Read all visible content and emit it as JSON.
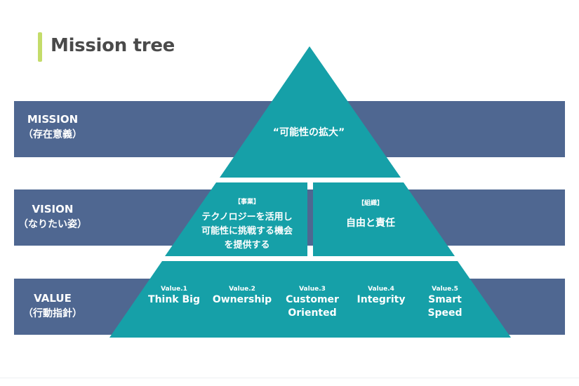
{
  "title": "Mission tree",
  "colors": {
    "band": "#4f6791",
    "pyramid": "#16a0a8",
    "accent_bar": "#c4dc6a",
    "title_text": "#4a4a4a"
  },
  "rows": [
    {
      "en": "MISSION",
      "jp": "（存在意義）"
    },
    {
      "en": "VISION",
      "jp": "（なりたい姿）"
    },
    {
      "en": "VALUE",
      "jp": "（行動指針）"
    }
  ],
  "mission": {
    "text": "“可能性の拡大”"
  },
  "vision": {
    "business": {
      "tag": "【事業】",
      "lines": [
        "テクノロジーを活用し",
        "可能性に挑戦する機会",
        "を提供する"
      ]
    },
    "organization": {
      "tag": "【組織】",
      "text": "自由と責任"
    }
  },
  "values": [
    {
      "num": "Value.1",
      "name": "Think Big"
    },
    {
      "num": "Value.2",
      "name": "Ownership"
    },
    {
      "num": "Value.3",
      "name": "Customer Oriented",
      "lines": [
        "Customer",
        "Oriented"
      ]
    },
    {
      "num": "Value.4",
      "name": "Integrity"
    },
    {
      "num": "Value.5",
      "name": "Smart Speed",
      "lines": [
        "Smart",
        "Speed"
      ]
    }
  ]
}
